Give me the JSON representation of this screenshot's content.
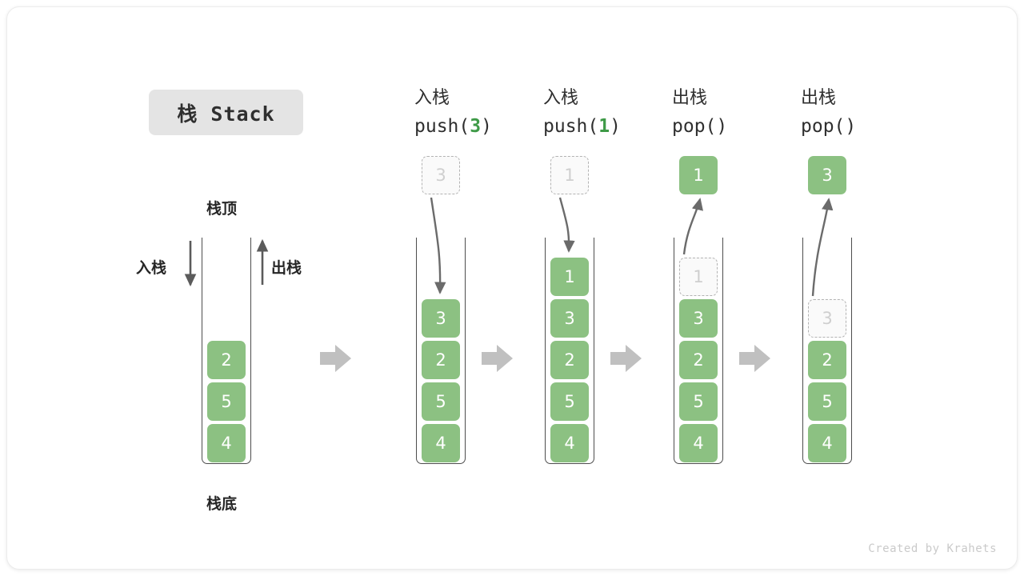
{
  "title": "栈 Stack",
  "credit": "Created by Krahets",
  "colors": {
    "element_green": "#8cc182",
    "accent_green": "#3e9a47",
    "ghost_border": "#b3b3b3",
    "ghost_text": "#cfcfcf",
    "container_stroke": "#4d4d4d",
    "flow_arrow": "#c0c0c0",
    "title_chip_bg": "#e4e4e4",
    "text": "#262626"
  },
  "base_stack": {
    "top_label": "栈顶",
    "bottom_label": "栈底",
    "push_label": "入栈",
    "pop_label": "出栈",
    "elements": [
      "2",
      "5",
      "4"
    ]
  },
  "steps": [
    {
      "id": "push-3",
      "cn_label": "入栈",
      "op_prefix": "push(",
      "op_arg": "3",
      "op_suffix": ")",
      "incoming_ghost": "3",
      "incoming_direction": "down",
      "outgoing_value": null,
      "elements": [
        "3",
        "2",
        "5",
        "4"
      ],
      "ghost_in_stack": null
    },
    {
      "id": "push-1",
      "cn_label": "入栈",
      "op_prefix": "push(",
      "op_arg": "1",
      "op_suffix": ")",
      "incoming_ghost": "1",
      "incoming_direction": "down",
      "outgoing_value": null,
      "elements": [
        "1",
        "3",
        "2",
        "5",
        "4"
      ],
      "ghost_in_stack": null
    },
    {
      "id": "pop-1",
      "cn_label": "出栈",
      "op_prefix": "pop(",
      "op_arg": "",
      "op_suffix": ")",
      "incoming_ghost": null,
      "incoming_direction": "up",
      "outgoing_value": "1",
      "elements": [
        "3",
        "2",
        "5",
        "4"
      ],
      "ghost_in_stack": "1"
    },
    {
      "id": "pop-3",
      "cn_label": "出栈",
      "op_prefix": "pop(",
      "op_arg": "",
      "op_suffix": ")",
      "incoming_ghost": null,
      "incoming_direction": "up",
      "outgoing_value": "3",
      "elements": [
        "2",
        "5",
        "4"
      ],
      "ghost_in_stack": "3"
    }
  ],
  "flow_arrows": 4
}
